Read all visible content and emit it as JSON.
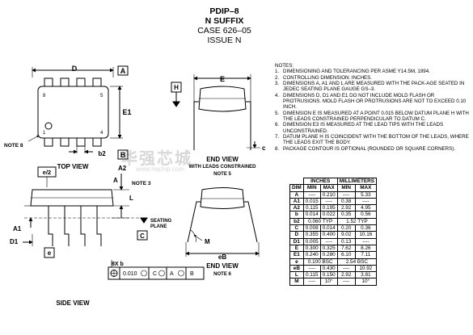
{
  "header": {
    "package": "PDIP–8",
    "suffix": "N SUFFIX",
    "case": "CASE 626–05",
    "issue": "ISSUE N"
  },
  "top_view": {
    "title": "TOP VIEW",
    "label_d": "D",
    "label_a": "A",
    "label_e1": "E1",
    "label_b": "B",
    "label_b2": "b2",
    "note8": "NOTE 8",
    "pin8": "8",
    "pin5": "5",
    "pin1": "1",
    "pin4": "4"
  },
  "end_view_top": {
    "title": "END VIEW",
    "subtitle": "WITH LEADS CONSTRAINED",
    "note": "NOTE 5",
    "label_e": "E",
    "label_h": "H",
    "label_c": "c"
  },
  "side_view": {
    "title": "SIDE VIEW",
    "label_e2": "e/2",
    "label_a2": "A2",
    "label_a": "A",
    "label_l": "L",
    "label_a1": "A1",
    "label_d1": "D1",
    "label_e": "e",
    "note3": "NOTE 3",
    "seating": "SEATING",
    "plane": "PLANE",
    "label_c": "C",
    "label_8xb": "8X b",
    "tolerance": "0.010",
    "frame_c": "C",
    "frame_a": "A",
    "frame_b": "B"
  },
  "end_view_bottom": {
    "title": "END VIEW",
    "note": "NOTE 6",
    "label_m": "M",
    "label_eb": "eB"
  },
  "notes": {
    "heading": "NOTES:",
    "items": [
      {
        "n": "1.",
        "t": "DIMENSIONING AND TOLERANCING PER ASME Y14.5M, 1994."
      },
      {
        "n": "2.",
        "t": "CONTROLLING DIMENSION: INCHES."
      },
      {
        "n": "3.",
        "t": "DIMENSIONS A, A1 AND L ARE MEASURED WITH THE PACK-AGE SEATED IN JEDEC SEATING PLANE GAUGE GS–3."
      },
      {
        "n": "4.",
        "t": "DIMENSIONS D, D1 AND E1 DO NOT INCLUDE MOLD FLASH OR PROTRUSIONS. MOLD FLASH OR PROTRUSIONS ARE NOT TO EXCEED 0.10 INCH."
      },
      {
        "n": "5.",
        "t": "DIMENSION E IS MEASURED AT A POINT 0.015 BELOW DATUM PLANE H WITH THE LEADS CONSTRAINED PERPENDICULAR TO DATUM C."
      },
      {
        "n": "6.",
        "t": "DIMENSION E3 IS MEASURED AT THE LEAD TIPS WITH THE LEADS UNCONSTRAINED."
      },
      {
        "n": "7.",
        "t": "DATUM PLANE H IS COINCIDENT WITH THE BOTTOM OF THE LEADS, WHERE THE LEADS EXIT THE BODY."
      },
      {
        "n": "8.",
        "t": "PACKAGE CONTOUR IS OPTIONAL (ROUNDED OR SQUARE CORNERS)."
      }
    ]
  },
  "table": {
    "inches": "INCHES",
    "millimeters": "MILLIMETERS",
    "dim": "DIM",
    "min": "MIN",
    "max": "MAX",
    "rows": [
      {
        "dim": "A",
        "in_min": "----",
        "in_max": "0.210",
        "mm_min": "----",
        "mm_max": "5.33"
      },
      {
        "dim": "A1",
        "in_min": "0.015",
        "in_max": "----",
        "mm_min": "0.38",
        "mm_max": "----"
      },
      {
        "dim": "A2",
        "in_min": "0.115",
        "in_max": "0.195",
        "mm_min": "2.92",
        "mm_max": "4.95"
      },
      {
        "dim": "b",
        "in_min": "0.014",
        "in_max": "0.022",
        "mm_min": "0.35",
        "mm_max": "0.56"
      },
      {
        "dim": "b2",
        "in_span": "0.060 TYP",
        "mm_span": "1.52 TYP"
      },
      {
        "dim": "C",
        "in_min": "0.008",
        "in_max": "0.014",
        "mm_min": "0.20",
        "mm_max": "0.36"
      },
      {
        "dim": "D",
        "in_min": "0.355",
        "in_max": "0.400",
        "mm_min": "9.02",
        "mm_max": "10.16"
      },
      {
        "dim": "D1",
        "in_min": "0.005",
        "in_max": "----",
        "mm_min": "0.13",
        "mm_max": "----"
      },
      {
        "dim": "E",
        "in_min": "0.300",
        "in_max": "0.325",
        "mm_min": "7.62",
        "mm_max": "8.26"
      },
      {
        "dim": "E1",
        "in_min": "0.240",
        "in_max": "0.280",
        "mm_min": "6.10",
        "mm_max": "7.11"
      },
      {
        "dim": "e",
        "in_span": "0.100 BSC",
        "mm_span": "2.54 BSC"
      },
      {
        "dim": "eB",
        "in_min": "----",
        "in_max": "0.430",
        "mm_min": "----",
        "mm_max": "10.92"
      },
      {
        "dim": "L",
        "in_min": "0.115",
        "in_max": "0.150",
        "mm_min": "2.92",
        "mm_max": "3.81"
      },
      {
        "dim": "M",
        "in_min": "----",
        "in_max": "10°",
        "mm_min": "----",
        "mm_max": "10°"
      }
    ]
  },
  "watermark": {
    "main": "华强芯城",
    "sub": "www.hqchip.com"
  }
}
